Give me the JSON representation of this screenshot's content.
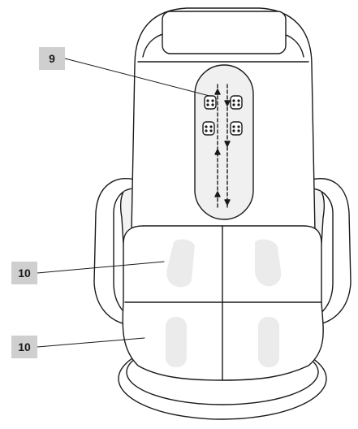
{
  "callouts": {
    "massage_rollers": "9",
    "seat_vibration_front": "10",
    "seat_vibration_rear": "10"
  }
}
